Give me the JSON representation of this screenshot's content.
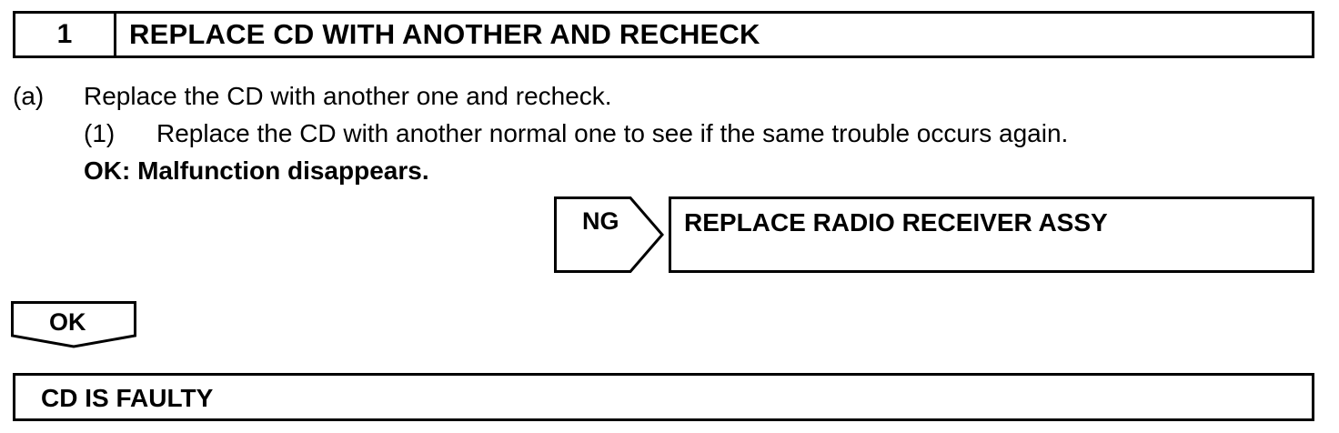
{
  "step": {
    "number": "1",
    "title": "REPLACE CD WITH ANOTHER AND RECHECK"
  },
  "instructions": {
    "a_label": "(a)",
    "a_text": "Replace the CD with another one and recheck.",
    "sub1_label": "(1)",
    "sub1_text": "Replace the CD with another normal one to see if the same trouble occurs again.",
    "ok_criteria": "OK: Malfunction disappears."
  },
  "ng_branch": {
    "label": "NG",
    "result": "REPLACE RADIO RECEIVER ASSY"
  },
  "ok_branch": {
    "label": "OK"
  },
  "final": {
    "result": "CD IS FAULTY"
  }
}
